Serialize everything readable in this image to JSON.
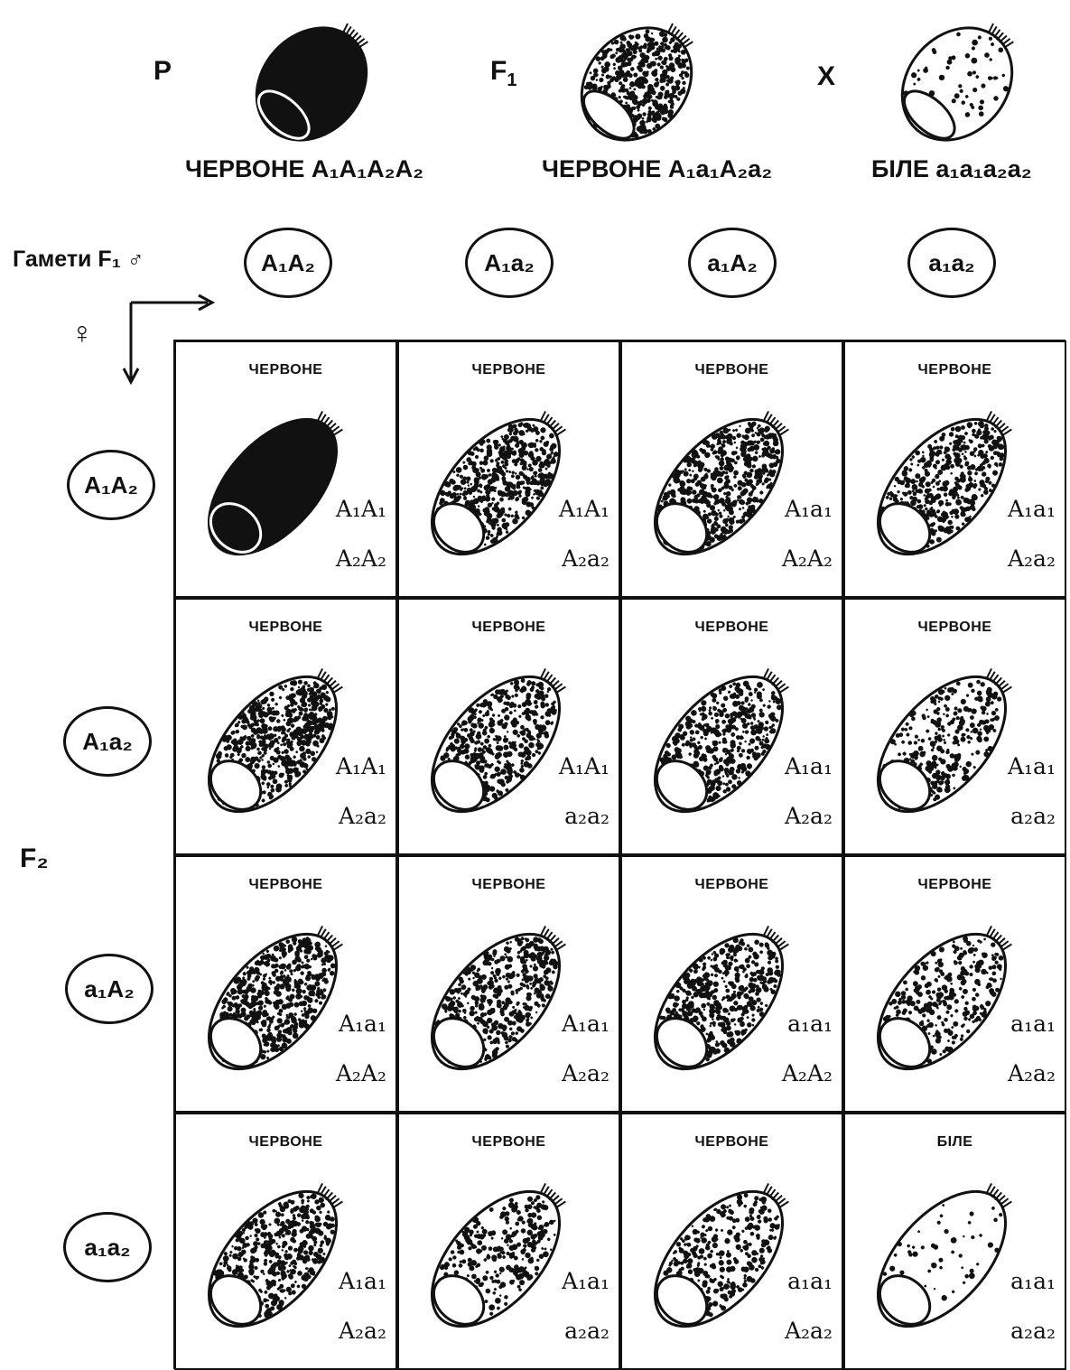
{
  "header": {
    "p_label": "P",
    "f1_label": "F",
    "f1_sub": "1",
    "cross_label": "X",
    "parents": [
      {
        "phenotype": "ЧЕРВОНЕ",
        "genotype": "A₁A₁A₂A₂"
      },
      {
        "phenotype": "ЧЕРВОНЕ",
        "genotype": "A₁a₁A₂a₂"
      },
      {
        "phenotype": "БІЛЕ",
        "genotype": "a₁a₁a₂a₂"
      }
    ]
  },
  "gametes": {
    "label": "Гамети F₁ ♂",
    "female_symbol": "♀",
    "male": [
      "A₁A₂",
      "A₁a₂",
      "a₁A₂",
      "a₁a₂"
    ],
    "female": [
      "A₁A₂",
      "A₁a₂",
      "a₁A₂",
      "a₁a₂"
    ]
  },
  "f2_label": "F₂",
  "grid": [
    [
      {
        "phenotype": "ЧЕРВОНЕ",
        "g1": "A₁A₁",
        "g2": "A₂A₂",
        "shade": 1.0
      },
      {
        "phenotype": "ЧЕРВОНЕ",
        "g1": "A₁A₁",
        "g2": "A₂a₂",
        "shade": 0.85
      },
      {
        "phenotype": "ЧЕРВОНЕ",
        "g1": "A₁a₁",
        "g2": "A₂A₂",
        "shade": 0.85
      },
      {
        "phenotype": "ЧЕРВОНЕ",
        "g1": "A₁a₁",
        "g2": "A₂a₂",
        "shade": 0.7
      }
    ],
    [
      {
        "phenotype": "ЧЕРВОНЕ",
        "g1": "A₁A₁",
        "g2": "A₂a₂",
        "shade": 0.85
      },
      {
        "phenotype": "ЧЕРВОНЕ",
        "g1": "A₁A₁",
        "g2": "a₂a₂",
        "shade": 0.7
      },
      {
        "phenotype": "ЧЕРВОНЕ",
        "g1": "A₁a₁",
        "g2": "A₂a₂",
        "shade": 0.7
      },
      {
        "phenotype": "ЧЕРВОНЕ",
        "g1": "A₁a₁",
        "g2": "a₂a₂",
        "shade": 0.45
      }
    ],
    [
      {
        "phenotype": "ЧЕРВОНЕ",
        "g1": "A₁a₁",
        "g2": "A₂A₂",
        "shade": 0.85
      },
      {
        "phenotype": "ЧЕРВОНЕ",
        "g1": "A₁a₁",
        "g2": "A₂a₂",
        "shade": 0.7
      },
      {
        "phenotype": "ЧЕРВОНЕ",
        "g1": "a₁a₁",
        "g2": "A₂A₂",
        "shade": 0.7
      },
      {
        "phenotype": "ЧЕРВОНЕ",
        "g1": "a₁a₁",
        "g2": "A₂a₂",
        "shade": 0.45
      }
    ],
    [
      {
        "phenotype": "ЧЕРВОНЕ",
        "g1": "A₁a₁",
        "g2": "A₂a₂",
        "shade": 0.7
      },
      {
        "phenotype": "ЧЕРВОНЕ",
        "g1": "A₁a₁",
        "g2": "a₂a₂",
        "shade": 0.45
      },
      {
        "phenotype": "ЧЕРВОНЕ",
        "g1": "a₁a₁",
        "g2": "A₂a₂",
        "shade": 0.45
      },
      {
        "phenotype": "БІЛЕ",
        "g1": "a₁a₁",
        "g2": "a₂a₂",
        "shade": 0.08
      }
    ]
  ]
}
